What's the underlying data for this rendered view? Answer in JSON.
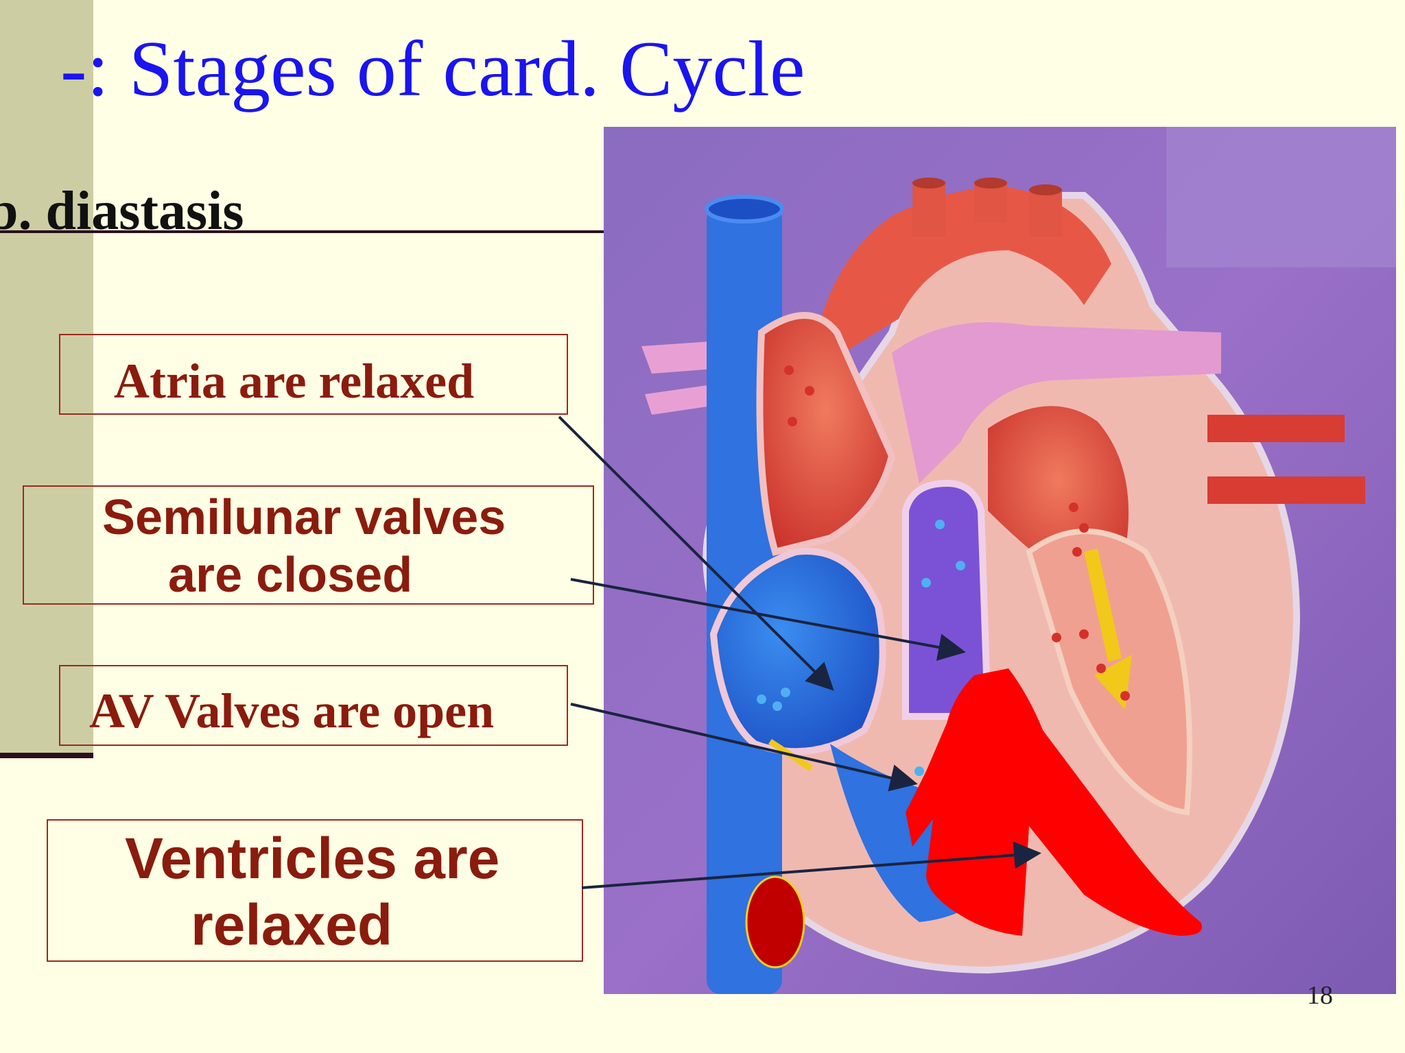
{
  "slide": {
    "title": "-: Stages of card. Cycle",
    "subtitle": "b. diastasis",
    "page_number": "18"
  },
  "labels": {
    "atria": "Atria are relaxed",
    "semilunar_line1": "Semilunar valves",
    "semilunar_line2": "are closed",
    "av_valves": "AV Valves are open",
    "ventricles_line1": "Ventricles are",
    "ventricles_line2": "relaxed"
  },
  "colors": {
    "background": "#ffffe5",
    "sidebar": "#cdcda3",
    "title": "#1a14f0",
    "label_text": "#8a1c0e",
    "arrow": "#1a2440"
  }
}
